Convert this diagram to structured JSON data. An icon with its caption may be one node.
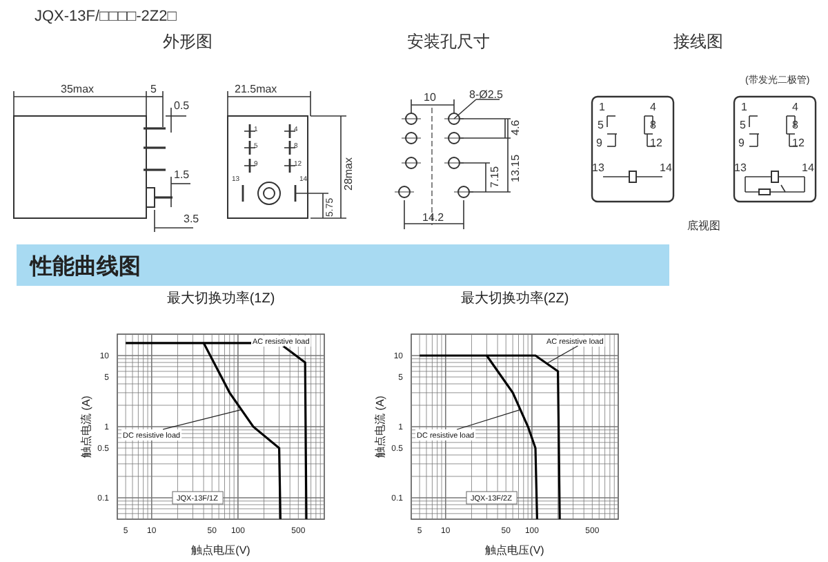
{
  "diagram": {
    "title": "JQX-13F/□□□□-2Z2□",
    "nodes": [
      {
        "text": [
          "AC resistive load"
        ]
      },
      {
        "text": [
          "DC resistive load"
        ]
      },
      {
        "text": [
          "AC resistive load"
        ]
      },
      {
        "text": [
          "DC resistive load"
        ]
      }
    ],
    "edges": [
      {
        "from": 0,
        "to": null,
        "arrow": "none"
      },
      {
        "from": 1,
        "to": null,
        "arrow": "none"
      },
      {
        "from": 2,
        "to": null,
        "arrow": "none"
      },
      {
        "from": 3,
        "to": null,
        "arrow": "none"
      }
    ],
    "labels": [
      "外形图",
      "安装孔尺寸",
      "接线图",
      "35max",
      "5",
      "0.5",
      "21.5max",
      "10",
      "8-Ø2.5",
      "(带发光二极管)",
      "1",
      "4",
      "5",
      "8",
      "9",
      "12",
      "13",
      "14",
      "4.6",
      "7.15",
      "13.15",
      "14.2",
      "1.5",
      "3.5",
      "28max",
      "5.75",
      "1",
      "4",
      "5",
      "8",
      "9",
      "12",
      "13",
      "14",
      "1",
      "4",
      "5",
      "8",
      "9",
      "12",
      "13",
      "14",
      "底视图",
      "性能曲线图",
      "最大切换功率(1Z)",
      "10",
      "5",
      "触点电流 (A)",
      "1",
      "0.5",
      "0.1",
      "JQX-13F/1Z",
      "5",
      "10",
      "50",
      "100",
      "500",
      "触点电压(V)",
      "最大切换功率(2Z)",
      "10",
      "5",
      "触点电流 (A)",
      "1",
      "0.5",
      "0.1",
      "JQX-13F/2Z",
      "5",
      "10",
      "50",
      "100",
      "500",
      "触点电压(V)"
    ]
  }
}
